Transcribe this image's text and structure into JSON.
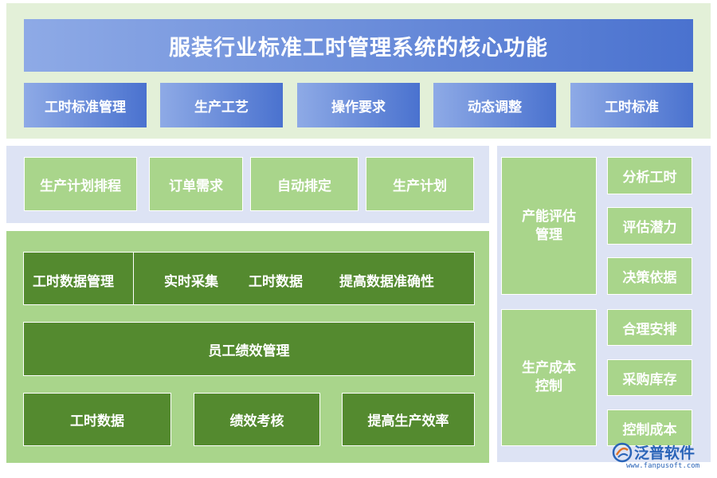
{
  "header": {
    "title": "服装行业标准工时管理系统的核心功能",
    "items": [
      "工时标准管理",
      "生产工艺",
      "操作要求",
      "动态调整",
      "工时标准"
    ]
  },
  "production_plan": {
    "label": "生产计划排程",
    "items": [
      "订单需求",
      "自动排定",
      "生产计划"
    ]
  },
  "data_management": {
    "label": "工时数据管理",
    "items": [
      "实时采集",
      "工时数据",
      "提高数据准确性"
    ]
  },
  "performance": {
    "label": "员工绩效管理",
    "items": [
      "工时数据",
      "绩效考核",
      "提高生产效率"
    ]
  },
  "capacity": {
    "label_line1": "产能评估",
    "label_line2": "管理",
    "items": [
      "分析工时",
      "评估潜力",
      "决策依据"
    ]
  },
  "cost": {
    "label_line1": "生产成本",
    "label_line2": "控制",
    "items": [
      "合理安排",
      "采购库存",
      "控制成本"
    ]
  },
  "watermark": {
    "brand": "泛普软件",
    "url": "www.fanpusoft.com"
  },
  "colors": {
    "blue_start": "#8eaae6",
    "blue_end": "#4a72cf",
    "light_green": "#a9d58b",
    "dark_green": "#548a2f",
    "panel_green": "#e3f0d8",
    "panel_lavender": "#dde3f4"
  }
}
